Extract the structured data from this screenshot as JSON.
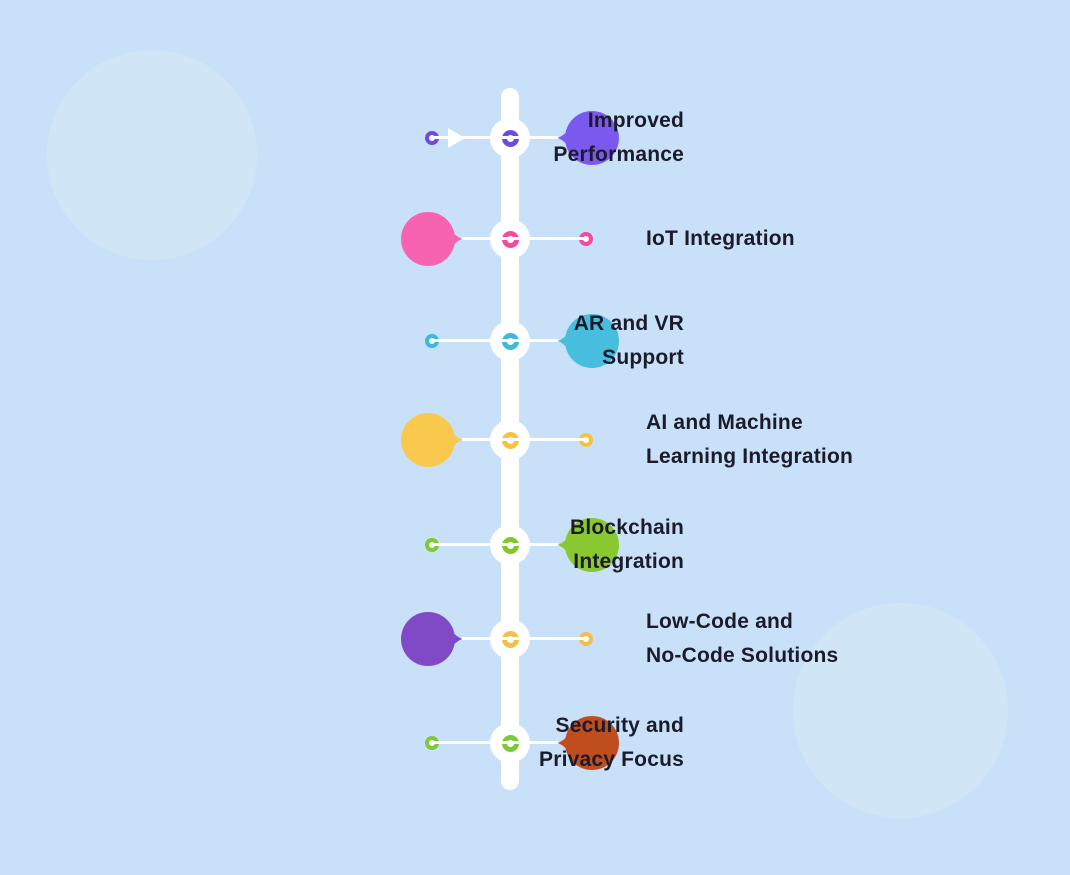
{
  "colors": {
    "background": "#c9e1f8",
    "decor_circle": "#d0e5f6",
    "timeline": "#ffffff",
    "connector": "#ffffff",
    "text": "#1b1b2b"
  },
  "timeline": {
    "nodes": [
      {
        "label": "Improved Performance",
        "label_lines": [
          "Improved",
          "Performance"
        ],
        "label_side": "left",
        "balloon_side": "right",
        "balloon_color": "#7c59ee",
        "ring_color": "#6f4ae0",
        "start_arrow": true
      },
      {
        "label": "IoT Integration",
        "label_lines": [
          "IoT Integration"
        ],
        "label_side": "right",
        "balloon_side": "left",
        "balloon_color": "#f763b1",
        "ring_color": "#f54b9e",
        "start_arrow": false
      },
      {
        "label": "AR and VR Support",
        "label_lines": [
          "AR and VR",
          "Support"
        ],
        "label_side": "left",
        "balloon_side": "right",
        "balloon_color": "#47bede",
        "ring_color": "#3fb9da",
        "start_arrow": false
      },
      {
        "label": "AI and Machine Learning Integration",
        "label_lines": [
          "AI and Machine",
          "Learning Integration"
        ],
        "label_side": "right",
        "balloon_side": "left",
        "balloon_color": "#f9c94e",
        "ring_color": "#f6c33f",
        "start_arrow": false
      },
      {
        "label": "Blockchain Integration",
        "label_lines": [
          "Blockchain",
          "Integration"
        ],
        "label_side": "left",
        "balloon_side": "right",
        "balloon_color": "#8ac832",
        "ring_color": "#7fc92e",
        "start_arrow": false
      },
      {
        "label": "Low-Code and No-Code Solutions",
        "label_lines": [
          "Low-Code and",
          "No-Code Solutions"
        ],
        "label_side": "right",
        "balloon_side": "left",
        "balloon_color": "#8049c6",
        "ring_color": "#f0c04a",
        "start_arrow": false
      },
      {
        "label": "Security and Privacy Focus",
        "label_lines": [
          "Security and",
          "Privacy Focus"
        ],
        "label_side": "left",
        "balloon_side": "right",
        "balloon_color": "#c04d1d",
        "ring_color": "#7ec83c",
        "start_arrow": false
      }
    ]
  }
}
